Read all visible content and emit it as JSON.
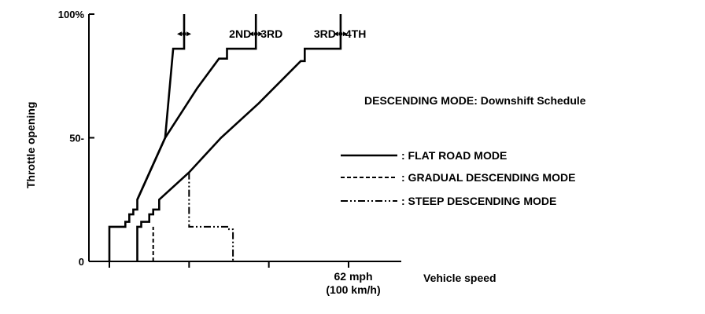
{
  "chart_data": {
    "type": "line",
    "title": "DESCENDING MODE: Downshift Schedule",
    "xlabel": "Vehicle speed",
    "ylabel": "Throttle opening",
    "ylim": [
      0,
      100
    ],
    "xlim": [
      0,
      120
    ],
    "y_ticks": [
      {
        "value": 100,
        "label": "100%"
      },
      {
        "value": 50,
        "label": "50-"
      },
      {
        "value": 0,
        "label": "0"
      }
    ],
    "x_ticks": [
      {
        "value": 0,
        "label": ""
      },
      {
        "value": 40,
        "label": ""
      },
      {
        "value": 80,
        "label": ""
      },
      {
        "value": 120,
        "label": ""
      }
    ],
    "x_label_primary": "62 mph",
    "x_label_secondary": "(100 km/h)",
    "x_label_value": 120,
    "annotations": [
      {
        "id": "shift-1",
        "text": "",
        "x": 37.5,
        "y": 92,
        "dot_x": 37.5
      },
      {
        "id": "shift-2",
        "text": "2ND",
        "text2": "3RD",
        "x": 73.5,
        "y": 92,
        "dot_x": 73.5
      },
      {
        "id": "shift-3",
        "text": "3RD",
        "text2": "4TH",
        "x": 116,
        "y": 92,
        "dot_x": 116
      }
    ],
    "legend": [
      {
        "label": ": FLAT ROAD MODE",
        "style": "solid"
      },
      {
        "label": ": GRADUAL DESCENDING MODE",
        "style": "dashed"
      },
      {
        "label": ": STEEP DESCENDING MODE",
        "style": "dashdot"
      }
    ],
    "series": [
      {
        "style": "solid",
        "x": [
          0,
          0,
          8,
          8,
          10,
          10,
          12,
          12,
          14,
          14,
          28,
          32,
          32,
          37.5,
          37.5
        ],
        "y": [
          0,
          14,
          14,
          16,
          16,
          19,
          19,
          21,
          21,
          25,
          50,
          86,
          86,
          86,
          100
        ]
      },
      {
        "style": "solid",
        "x": [
          14,
          28,
          44,
          55,
          59,
          59,
          66,
          66,
          73.5,
          73.5
        ],
        "y": [
          25,
          50,
          70,
          82,
          82,
          86,
          86,
          86,
          86,
          100
        ]
      },
      {
        "style": "solid",
        "x": [
          14,
          14,
          16,
          16,
          20,
          20,
          22,
          22,
          25,
          25,
          40,
          56,
          75,
          96,
          98,
          98,
          116,
          116
        ],
        "y": [
          0,
          14,
          14,
          16,
          16,
          19,
          19,
          21,
          21,
          25,
          36,
          50,
          64,
          81,
          81,
          86,
          86,
          100
        ]
      },
      {
        "style": "dashed",
        "x": [
          22,
          22
        ],
        "y": [
          0,
          14
        ]
      },
      {
        "style": "dashdot",
        "x": [
          40,
          40,
          60,
          60,
          62,
          62
        ],
        "y": [
          36,
          14,
          14,
          13,
          13,
          0
        ]
      }
    ]
  }
}
